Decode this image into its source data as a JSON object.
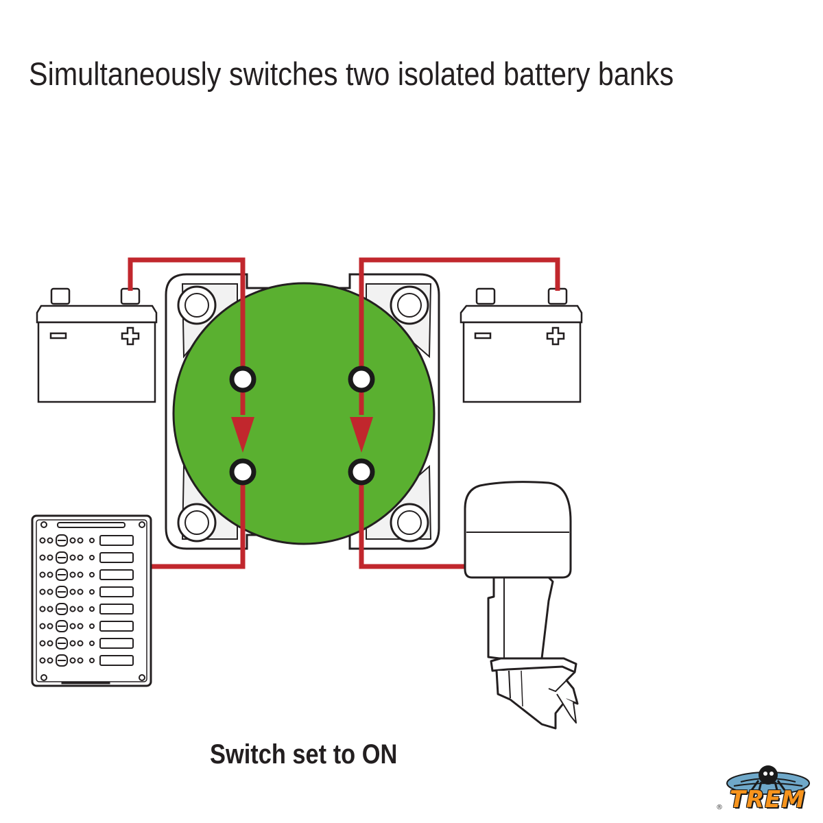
{
  "title": "Simultaneously switches two isolated battery banks",
  "caption": "Switch set to ON",
  "logo": {
    "text": "TREM",
    "registered": "®"
  },
  "battery_left": {
    "minus": "−",
    "plus": "+"
  },
  "battery_right": {
    "minus": "−",
    "plus": "+"
  },
  "switch_state": "ON",
  "colors": {
    "wire": "#c1272d",
    "switch_face": "#5ab030",
    "outline": "#231f20",
    "logo_orange": "#f7941d",
    "logo_blue": "#6fa8c9"
  },
  "icons": [
    "battery-icon",
    "battery-switch-icon",
    "switch-panel-icon",
    "outboard-motor-icon",
    "trem-logo-icon"
  ]
}
